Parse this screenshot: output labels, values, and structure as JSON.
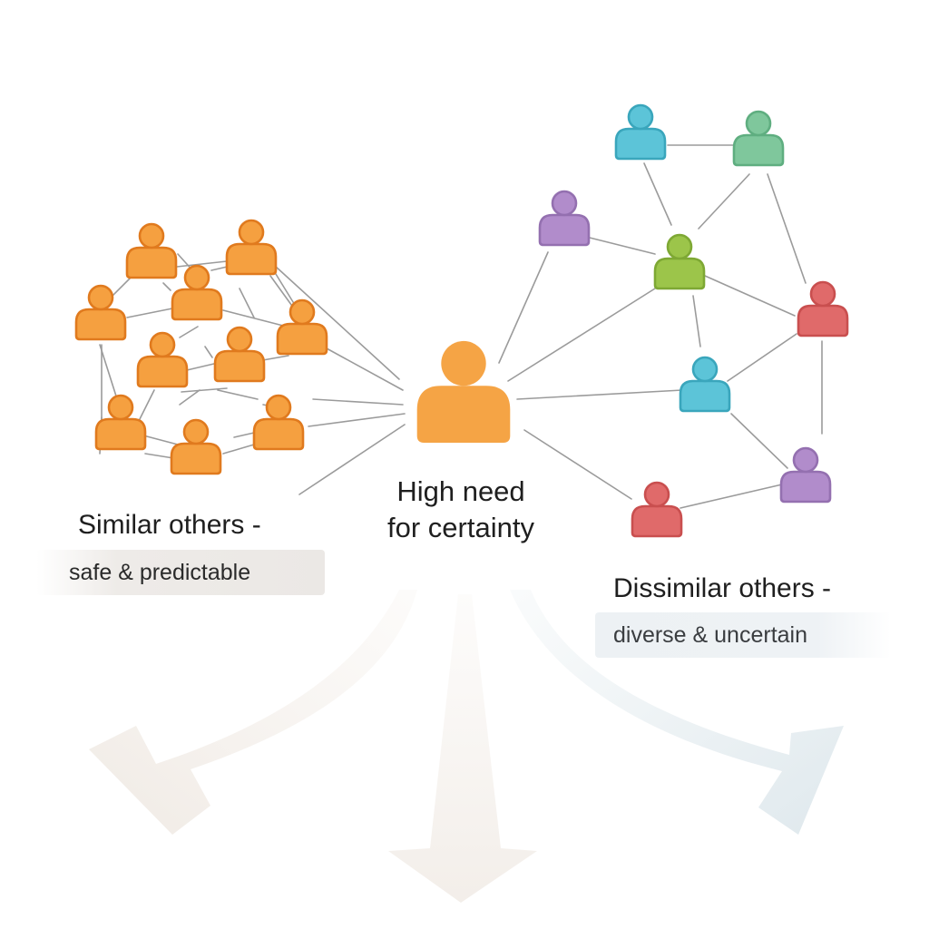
{
  "center_label": "High need\nfor certainty",
  "left_group": {
    "heading": "Similar others -",
    "subheading": "safe & predictable",
    "color": "#F5A040",
    "stroke": "#E07A1E"
  },
  "right_group": {
    "heading": "Dissimilar others -",
    "subheading": "diverse & uncertain",
    "colors": {
      "teal": "#5CC4D8",
      "green": "#7FC79C",
      "purple": "#B18CCB",
      "lime": "#9CC54A",
      "red": "#E06A6A"
    }
  },
  "center_person_color": "#F5A445",
  "icons": [
    "person-icon",
    "arrow-down-left-icon",
    "arrow-down-icon",
    "arrow-down-right-icon"
  ]
}
